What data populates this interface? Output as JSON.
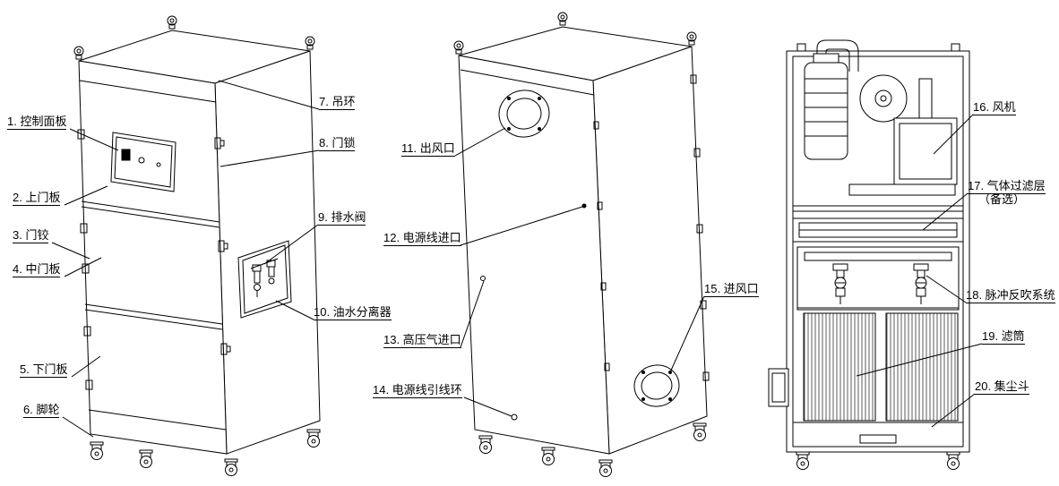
{
  "colors": {
    "line": "#000000",
    "background": "#ffffff",
    "hatch": "#333333"
  },
  "labels": [
    {
      "text": "1. 控制面板"
    },
    {
      "text": "2. 上门板"
    },
    {
      "text": "3. 门铰"
    },
    {
      "text": "4. 中门板"
    },
    {
      "text": "5. 下门板"
    },
    {
      "text": "6. 脚轮"
    },
    {
      "text": "7. 吊环"
    },
    {
      "text": "8. 门锁"
    },
    {
      "text": "9. 排水阀"
    },
    {
      "text": "10. 油水分离器"
    },
    {
      "text": "11. 出风口"
    },
    {
      "text": "12. 电源线进口"
    },
    {
      "text": "13. 高压气进口"
    },
    {
      "text": "14. 电源线引线环"
    },
    {
      "text": "15. 进风口"
    },
    {
      "text": "16. 风机"
    },
    {
      "text": "17. 气体过滤层",
      "text2": "（备选）"
    },
    {
      "text": "18. 脉冲反吹系统"
    },
    {
      "text": "19. 滤筒"
    },
    {
      "text": "20. 集尘斗"
    }
  ]
}
